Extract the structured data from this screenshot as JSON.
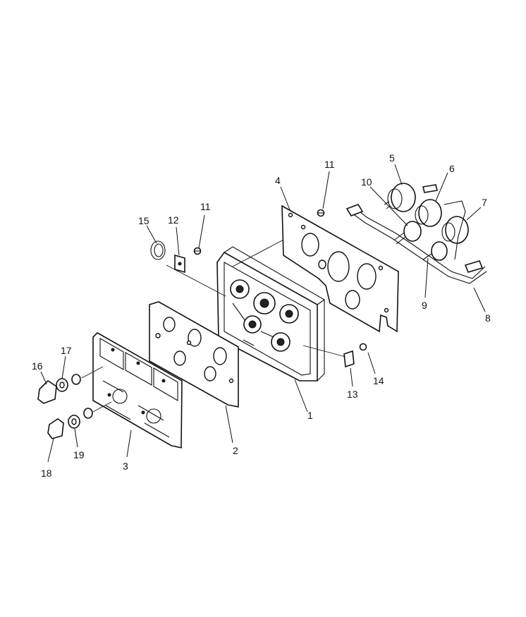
{
  "colors": {
    "line": "#111111",
    "background": "#ffffff"
  },
  "callouts": [
    "1",
    "2",
    "3",
    "4",
    "5",
    "6",
    "7",
    "8",
    "9",
    "10",
    "11",
    "11",
    "12",
    "13",
    "14",
    "15",
    "16",
    "17",
    "18",
    "19"
  ]
}
